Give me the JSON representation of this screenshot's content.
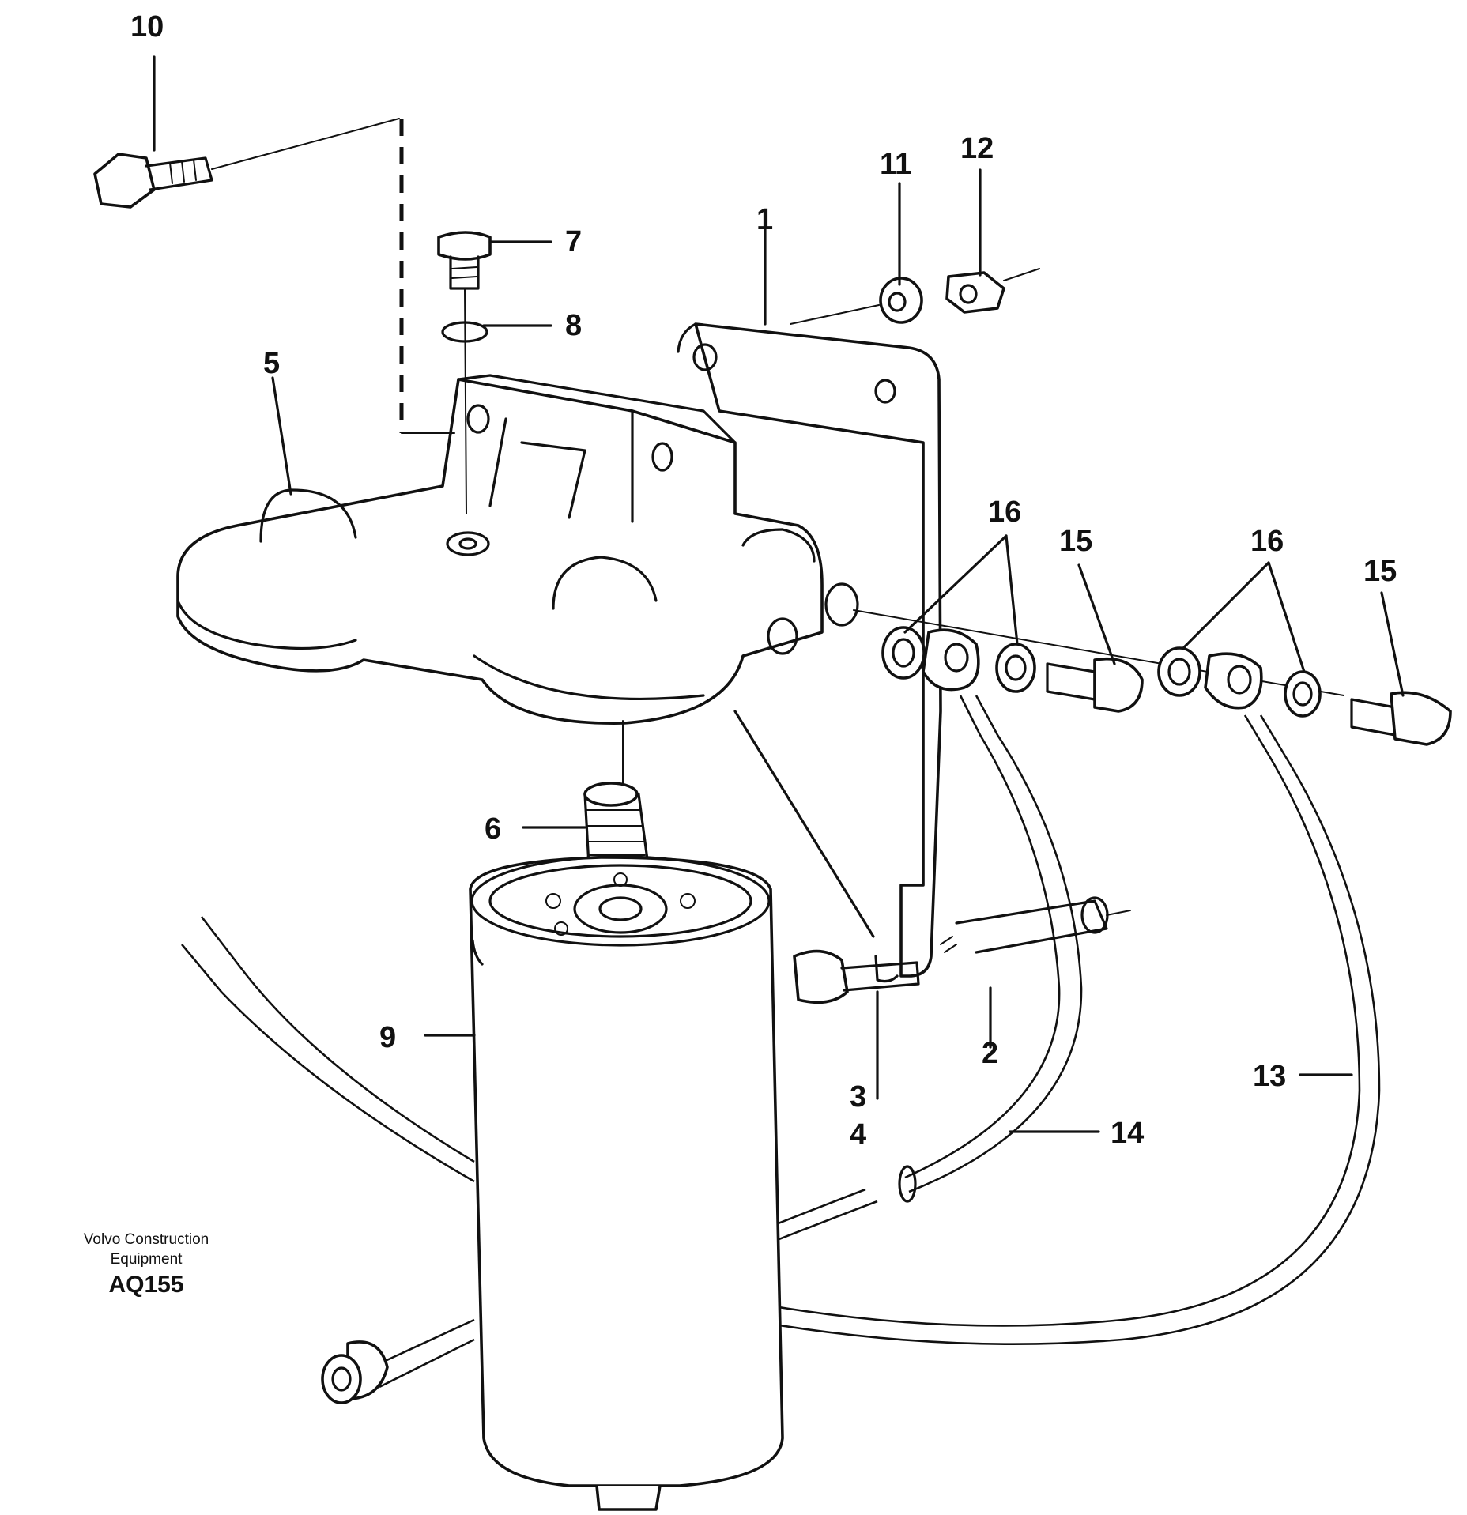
{
  "labels": {
    "p1": "1",
    "p2": "2",
    "p3": "3",
    "p4": "4",
    "p5": "5",
    "p6": "6",
    "p7": "7",
    "p8": "8",
    "p9": "9",
    "p10": "10",
    "p11": "11",
    "p12": "12",
    "p13": "13",
    "p14": "14",
    "p15a": "15",
    "p15b": "15",
    "p16a": "16",
    "p16b": "16"
  },
  "brand": {
    "line1": "Volvo Construction",
    "line2": "Equipment",
    "code": "AQ155"
  }
}
